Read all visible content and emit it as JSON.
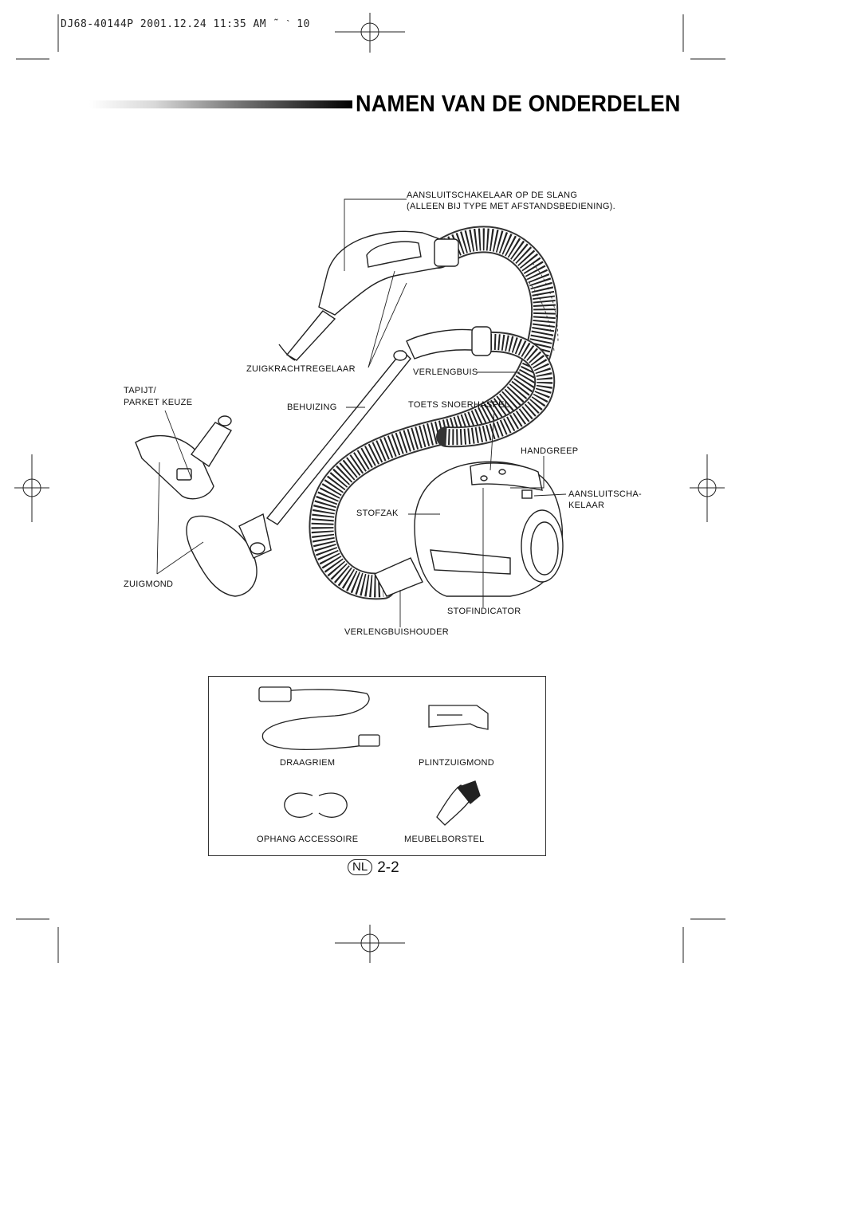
{
  "header": {
    "print_line": "DJ68-40144P 2001.12.24 11:35 AM ˜  ˋ  10"
  },
  "title": "NAMEN VAN DE ONDERDELEN",
  "parts": {
    "hose_switch_1": "AANSLUITSCHAKELAAR OP DE SLANG",
    "hose_switch_2": "(ALLEEN BIJ TYPE MET AFSTANDSBEDIENING).",
    "suction_control": "ZUIGKRACHTREGELAAR",
    "extension_tube": "VERLENGBUIS",
    "carpet_1": "TAPIJT/",
    "carpet_2": "PARKET KEUZE",
    "housing": "BEHUIZING",
    "cord_rewind": "TOETS SNOERHASPEL",
    "handle": "HANDGREEP",
    "power_switch_1": "AANSLUITSCHA-",
    "power_switch_2": "KELAAR",
    "dust_bag": "STOFZAK",
    "nozzle": "ZUIGMOND",
    "dust_indicator": "STOFINDICATOR",
    "tube_holder": "VERLENGBUISHOUDER"
  },
  "accessories": {
    "strap": "DRAAGRIEM",
    "crevice": "PLINTZUIGMOND",
    "holder": "OPHANG ACCESSOIRE",
    "brush": "MEUBELBORSTEL"
  },
  "footer": {
    "lang": "NL",
    "page": "2-2"
  }
}
